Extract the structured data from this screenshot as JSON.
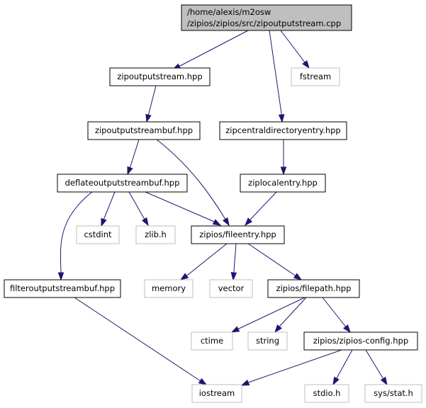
{
  "colors": {
    "edge": "#191970",
    "root_fill": "#bfbfbf",
    "project_border": "#000000",
    "system_border": "#bfbfbf"
  },
  "nodes": {
    "root": {
      "lines": [
        "/home/alexis/m2osw",
        "/zipios/zipios/src/zipoutputstream.cpp"
      ]
    },
    "zipoutputstream_hpp": {
      "label": "zipoutputstream.hpp"
    },
    "fstream": {
      "label": "fstream"
    },
    "zipoutputstreambuf_hpp": {
      "label": "zipoutputstreambuf.hpp"
    },
    "zipcentraldirectoryentry_hpp": {
      "label": "zipcentraldirectoryentry.hpp"
    },
    "deflateoutputstreambuf_hpp": {
      "label": "deflateoutputstreambuf.hpp"
    },
    "ziplocalentry_hpp": {
      "label": "ziplocalentry.hpp"
    },
    "cstdint": {
      "label": "cstdint"
    },
    "zlib_h": {
      "label": "zlib.h"
    },
    "fileentry_hpp": {
      "label": "zipios/fileentry.hpp"
    },
    "filteroutputstreambuf_hpp": {
      "label": "filteroutputstreambuf.hpp"
    },
    "memory": {
      "label": "memory"
    },
    "vector": {
      "label": "vector"
    },
    "filepath_hpp": {
      "label": "zipios/filepath.hpp"
    },
    "ctime": {
      "label": "ctime"
    },
    "string": {
      "label": "string"
    },
    "zipios_config_hpp": {
      "label": "zipios/zipios-config.hpp"
    },
    "iostream": {
      "label": "iostream"
    },
    "stdio_h": {
      "label": "stdio.h"
    },
    "sys_stat_h": {
      "label": "sys/stat.h"
    }
  },
  "edges": [
    [
      "root",
      "zipoutputstream_hpp"
    ],
    [
      "root",
      "fstream"
    ],
    [
      "root",
      "zipcentraldirectoryentry_hpp"
    ],
    [
      "zipoutputstream_hpp",
      "zipoutputstreambuf_hpp"
    ],
    [
      "zipoutputstreambuf_hpp",
      "deflateoutputstreambuf_hpp"
    ],
    [
      "zipoutputstreambuf_hpp",
      "fileentry_hpp"
    ],
    [
      "zipcentraldirectoryentry_hpp",
      "ziplocalentry_hpp"
    ],
    [
      "ziplocalentry_hpp",
      "fileentry_hpp"
    ],
    [
      "deflateoutputstreambuf_hpp",
      "cstdint"
    ],
    [
      "deflateoutputstreambuf_hpp",
      "zlib_h"
    ],
    [
      "deflateoutputstreambuf_hpp",
      "fileentry_hpp"
    ],
    [
      "deflateoutputstreambuf_hpp",
      "filteroutputstreambuf_hpp"
    ],
    [
      "fileentry_hpp",
      "memory"
    ],
    [
      "fileentry_hpp",
      "vector"
    ],
    [
      "fileentry_hpp",
      "filepath_hpp"
    ],
    [
      "filteroutputstreambuf_hpp",
      "iostream"
    ],
    [
      "filepath_hpp",
      "ctime"
    ],
    [
      "filepath_hpp",
      "string"
    ],
    [
      "filepath_hpp",
      "zipios_config_hpp"
    ],
    [
      "zipios_config_hpp",
      "iostream"
    ],
    [
      "zipios_config_hpp",
      "stdio_h"
    ],
    [
      "zipios_config_hpp",
      "sys_stat_h"
    ]
  ]
}
